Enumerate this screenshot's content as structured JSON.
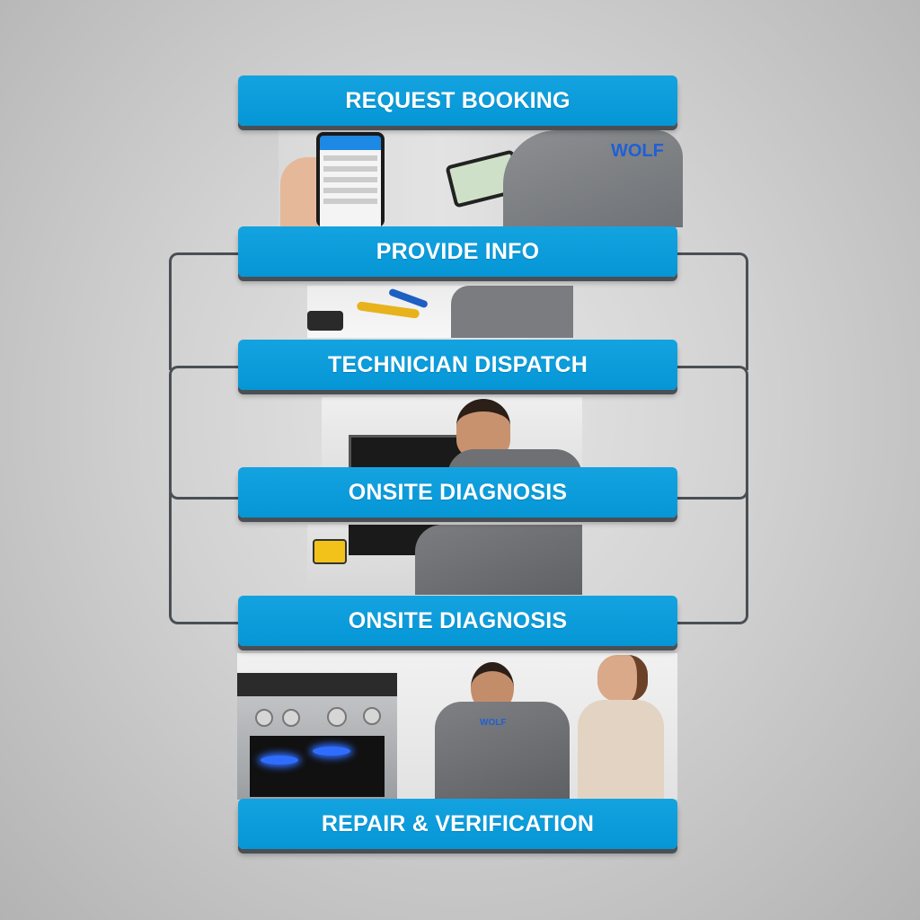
{
  "diagram": {
    "type": "vertical-process-flow",
    "accent_color": "#0596d6",
    "connector_color": "#4a4f55",
    "background_color": "#d2d2d2",
    "steps": [
      {
        "label": "REQUEST BOOKING"
      },
      {
        "label": "PROVIDE INFO"
      },
      {
        "label": "TECHNICIAN DISPATCH"
      },
      {
        "label": "ONSITE DIAGNOSIS"
      },
      {
        "label": "ONSITE DIAGNOSIS"
      },
      {
        "label": "REPAIR & VERIFICATION"
      }
    ],
    "images": [
      {
        "description": "hand holding smartphone with booking app; technician in grey shirt viewing map on phone",
        "shirt_logo": "WOLF"
      },
      {
        "description": "technician laying out tools on white counter"
      },
      {
        "description": "technician kneeling, inspecting wall oven"
      },
      {
        "description": "technician using multimeter on open oven"
      },
      {
        "description": "technician showing lit gas range burners to smiling customer, thumbs up",
        "shirt_logo": "WOLF"
      }
    ]
  }
}
